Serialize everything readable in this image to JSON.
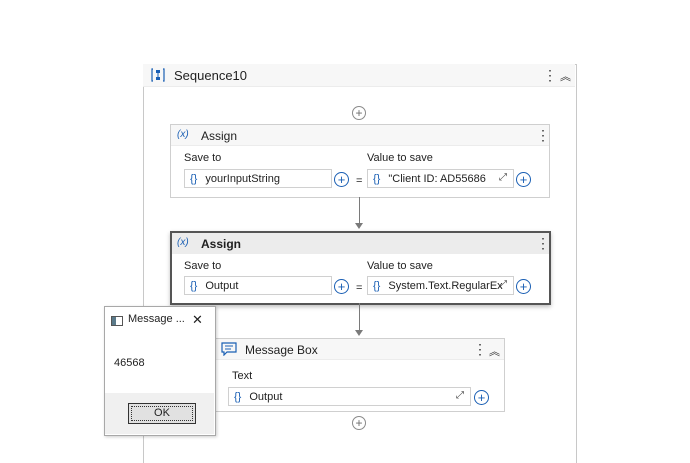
{
  "sequence": {
    "title": "Sequence10",
    "more": "⋮",
    "collapse": "︽"
  },
  "add_symbol": "+",
  "assign1": {
    "icon": "(x)",
    "title": "Assign",
    "more": "⋮",
    "save_to_label": "Save to",
    "value_label": "Value to save",
    "save_to_value": "yourInputString",
    "value": "\"Client ID: AD55686",
    "equals": "="
  },
  "assign2": {
    "icon": "(x)",
    "title": "Assign",
    "more": "⋮",
    "save_to_label": "Save to",
    "value_label": "Value to save",
    "save_to_value": "Output",
    "value": "System.Text.RegularEx",
    "equals": "="
  },
  "message_box_activity": {
    "title": "Message Box",
    "more": "⋮",
    "collapse": "︽",
    "text_label": "Text",
    "text_value": "Output"
  },
  "dialog": {
    "title": "Message ...",
    "close": "✕",
    "message": "46568",
    "ok_label": "OK"
  },
  "glyphs": {
    "brace": "{}",
    "plus": "+",
    "expand": "⤢"
  }
}
